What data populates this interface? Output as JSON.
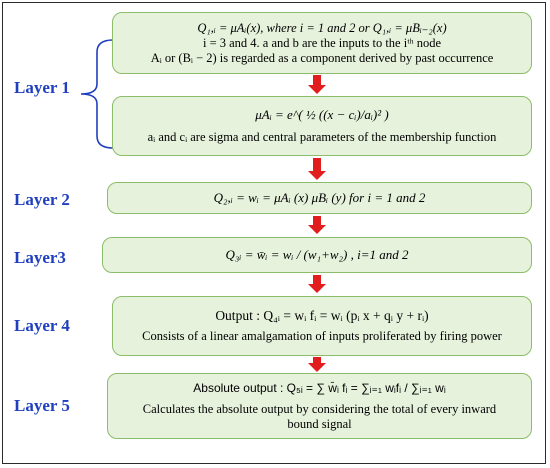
{
  "layers": {
    "layer1": "Layer 1",
    "layer2": "Layer 2",
    "layer3": "Layer3",
    "layer4": "Layer 4",
    "layer5": "Layer 5"
  },
  "box1": {
    "line1": "Q₁,ᵢ = μAᵢ(x), where i = 1 and 2 or Q₁,ᵢ = μBᵢ₋₂(x)",
    "line2": "i = 3 and 4.  a and b are the inputs to the iᵗʰ node",
    "line3": "Aᵢ  or (Bᵢ − 2) is regarded as a component derived by past occurrence"
  },
  "box1b": {
    "formula": "μAᵢ = e^( ½ ((x − cᵢ)/aᵢ)² )",
    "desc": "aᵢ and cᵢ are sigma and central parameters of the membership function"
  },
  "box2": {
    "formula": "Q₂,ᵢ = wᵢ = μAᵢ (x) μBᵢ (y)    for i = 1 and 2"
  },
  "box3": {
    "formula": "Q₃ᵢ = w̄ᵢ  =  wᵢ / (w₁+w₂) ,  i=1 and 2"
  },
  "box4": {
    "formula": "Output : Q₄ᵢ = wᵢ fᵢ = wᵢ (pᵢ x + qᵢ y + rᵢ)",
    "desc": "Consists of a linear amalgamation of inputs proliferated by firing power"
  },
  "box5": {
    "formula": "Absolute output : Q₅ᵢ = ∑ w̄ᵢ fᵢ = ∑ᵢ₌₁ wᵢfᵢ / ∑ᵢ₌₁ wᵢ",
    "desc1": "Calculates the absolute output by considering the total of every inward",
    "desc2": "bound signal"
  },
  "colors": {
    "label": "#1f3fbf",
    "box_fill": "#e6f2dc",
    "box_border": "#8cbd6a",
    "arrow": "#e11d1d"
  }
}
